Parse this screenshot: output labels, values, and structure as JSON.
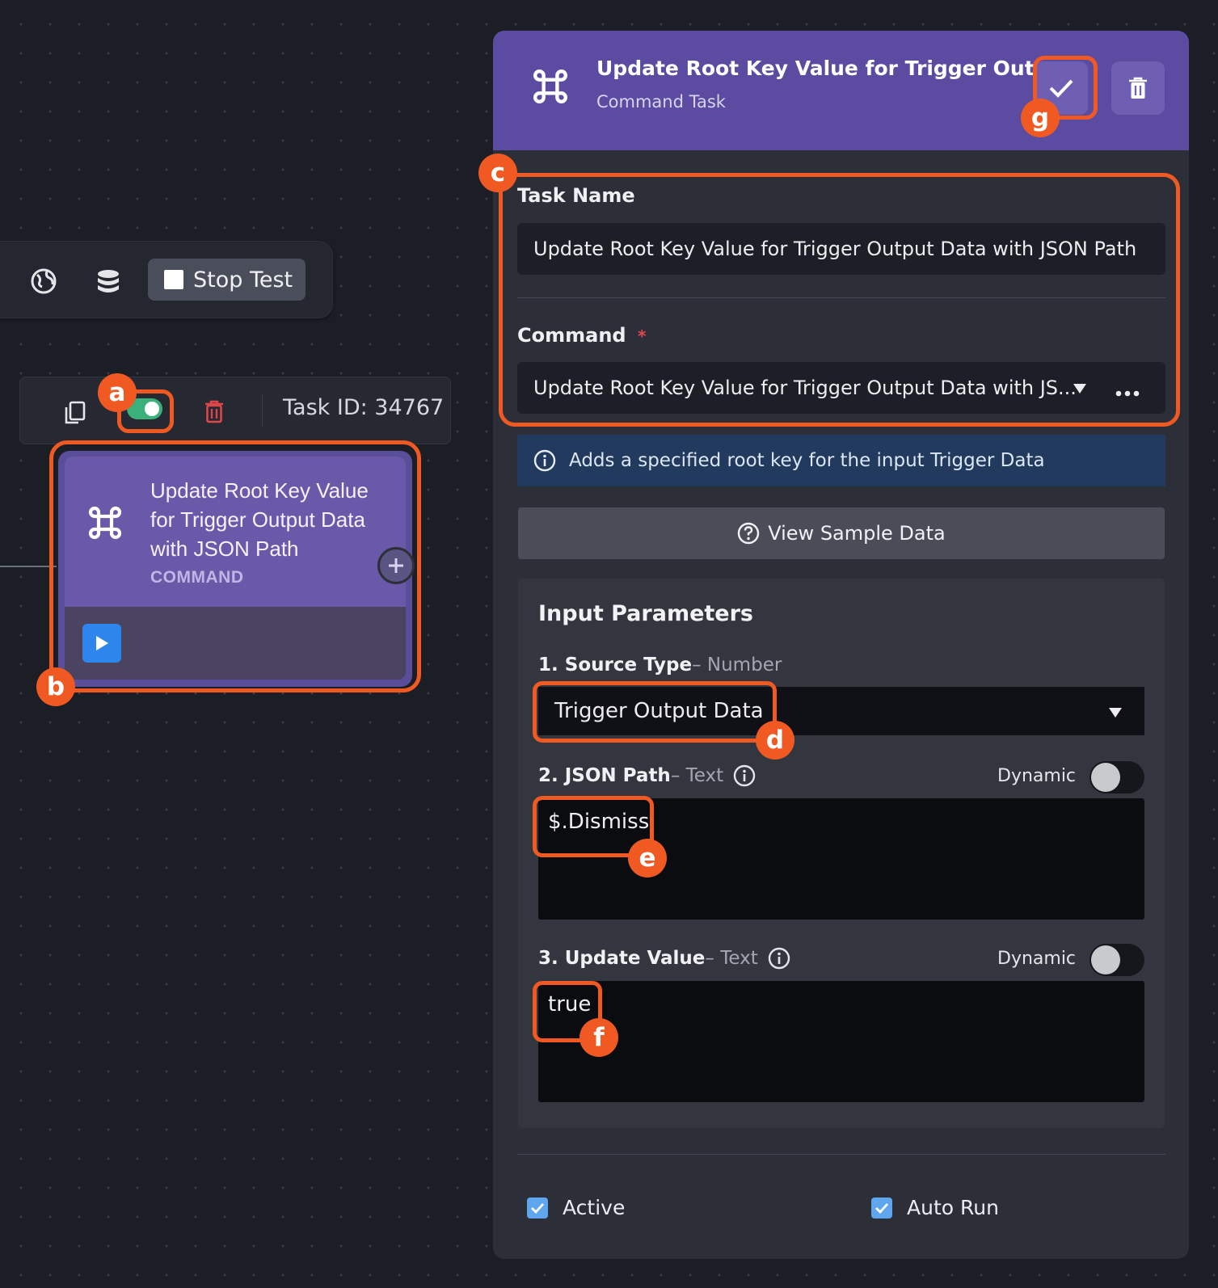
{
  "toolbar": {
    "globe_icon": "globe-icon",
    "database_icon": "database-icon",
    "stop_test_label": "Stop Test"
  },
  "node_actions": {
    "task_id_label": "Task ID: 34767",
    "enabled": true
  },
  "node": {
    "title": "Update Root Key Value for Trigger Output Data with JSON Path",
    "type_label": "COMMAND"
  },
  "panel": {
    "title": "Update Root Key Value for Trigger Out...",
    "subtitle": "Command Task",
    "task_name_label": "Task Name",
    "task_name_value": "Update Root Key Value for Trigger Output Data with JSON Path",
    "command_label": "Command",
    "required_marker": "*",
    "command_value": "Update Root Key Value for Trigger Output Data with JS...",
    "info_text": "Adds a specified root key for the input Trigger Data",
    "view_sample_label": "View Sample Data",
    "input_params_title": "Input Parameters",
    "params": [
      {
        "label": "1. Source Type",
        "type": "– Number",
        "value": "Trigger Output Data"
      },
      {
        "label": "2. JSON Path",
        "type": "– Text",
        "value": "$.Dismiss",
        "dynamic_label": "Dynamic"
      },
      {
        "label": "3. Update Value",
        "type": "– Text",
        "value": "true",
        "dynamic_label": "Dynamic"
      }
    ],
    "active_label": "Active",
    "auto_run_label": "Auto Run"
  },
  "annotations": {
    "a": "a",
    "b": "b",
    "c": "c",
    "d": "d",
    "e": "e",
    "f": "f",
    "g": "g"
  },
  "colors": {
    "highlight": "#f05a22",
    "panel_header": "#5b4ca2",
    "node_header": "#6a59a8",
    "toggle_on": "#3ab07a",
    "checkbox": "#5fa6ee"
  }
}
